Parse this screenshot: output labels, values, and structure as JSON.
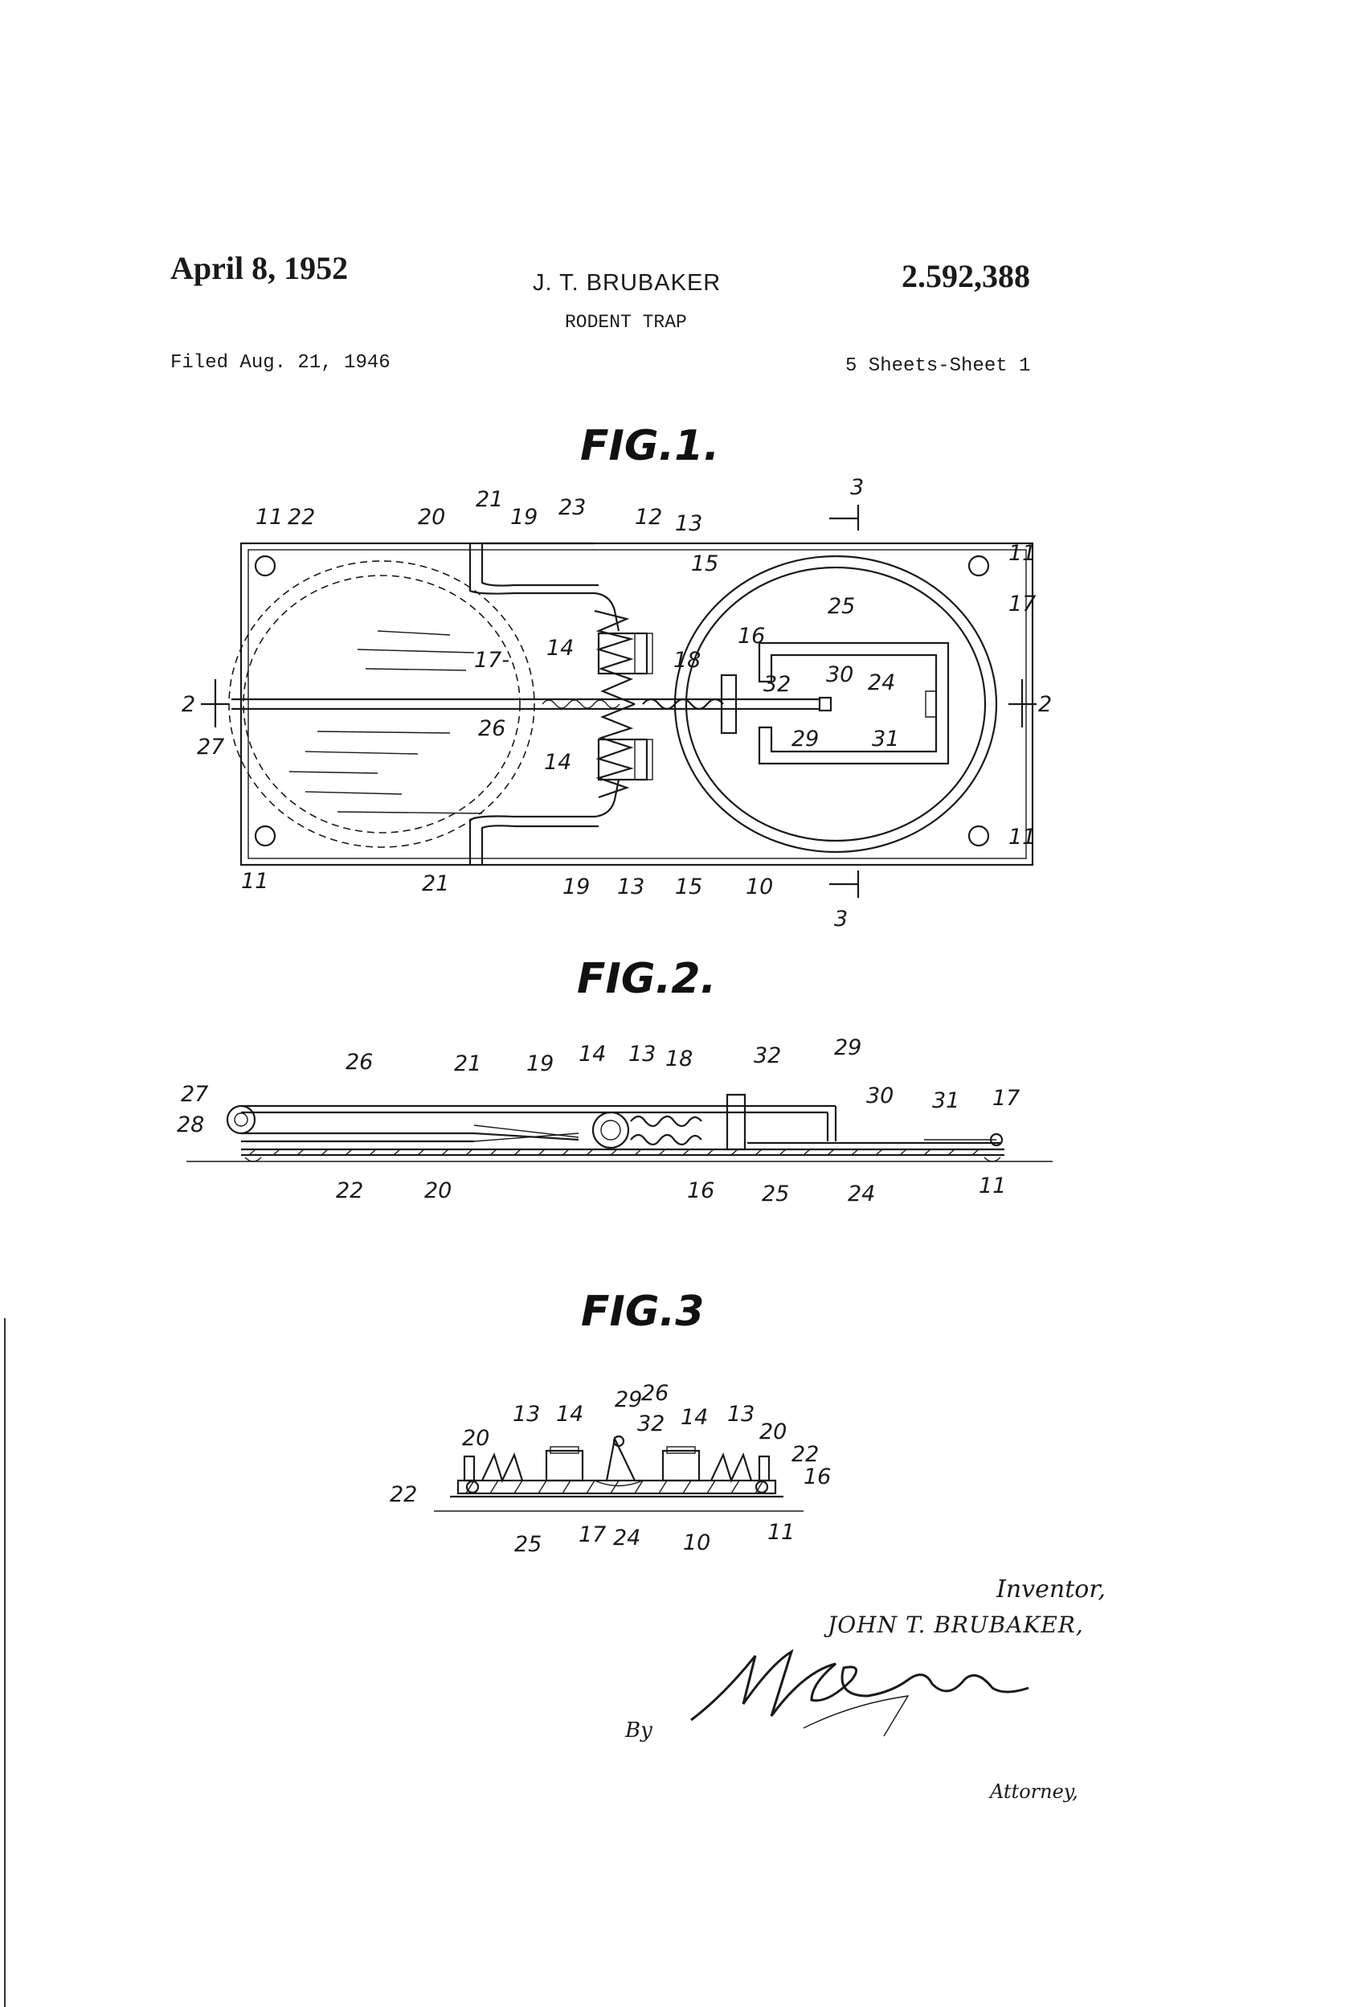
{
  "header": {
    "date": "April 8, 1952",
    "inventor_name": "J. T. BRUBAKER",
    "patent_number": "2.592,388",
    "title": "RODENT TRAP",
    "filed": "Filed Aug. 21, 1946",
    "sheets": "5 Sheets-Sheet 1"
  },
  "figures": {
    "fig1": {
      "label": "FIG.1.",
      "refs": {
        "r11a": "11",
        "r22a": "22",
        "r20a": "20",
        "r21a": "21",
        "r19a": "19",
        "r23": "23",
        "r12": "12",
        "r13a": "13",
        "r15a": "15",
        "r3top": "3",
        "r11b": "11",
        "r17a": "17",
        "r25": "25",
        "r16": "16",
        "r14a": "14",
        "r17b": "17-",
        "r18": "18",
        "r32": "32",
        "r30": "30",
        "r24": "24",
        "r2left": "2",
        "r2right": "2",
        "r27": "27",
        "r26": "26",
        "r29": "29",
        "r31": "31",
        "r14b": "14",
        "r11c": "11",
        "r11d": "11",
        "r21b": "21",
        "r19b": "19",
        "r13b": "13",
        "r15b": "15",
        "r10": "10",
        "r3bottom": "3"
      }
    },
    "fig2": {
      "label": "FIG.2.",
      "refs": {
        "r26": "26",
        "r21": "21",
        "r19": "19",
        "r14": "14",
        "r13": "13",
        "r18": "18",
        "r32": "32",
        "r29": "29",
        "r30": "30",
        "r31": "31",
        "r17": "17",
        "r27": "27",
        "r28": "28",
        "r22": "22",
        "r20": "20",
        "r16": "16",
        "r25": "25",
        "r24": "24",
        "r11": "11"
      }
    },
    "fig3": {
      "label": "FIG.3",
      "refs": {
        "r29": "29",
        "r26": "26",
        "r13a": "13",
        "r14a": "14",
        "r32": "32",
        "r14b": "14",
        "r13b": "13",
        "r20a": "20",
        "r20b": "20",
        "r22a": "22",
        "r16": "16",
        "r22b": "22",
        "r25": "25",
        "r17": "17",
        "r24": "24",
        "r10": "10",
        "r11": "11"
      }
    }
  },
  "signature_block": {
    "inventor_label": "Inventor,",
    "inventor_name": "JOHN T. BRUBAKER,",
    "by_label": "By",
    "attorney_signature": "McGlauflin",
    "attorney_label": "Attorney,"
  }
}
